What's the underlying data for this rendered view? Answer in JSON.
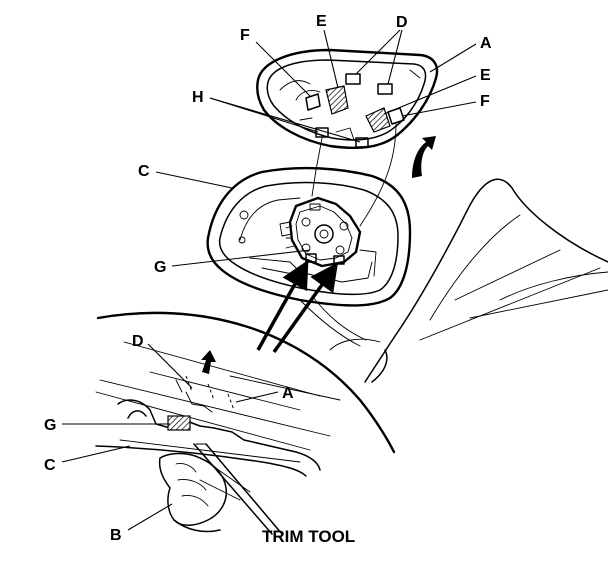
{
  "labels": {
    "A": "A",
    "B": "B",
    "C": "C",
    "D": "D",
    "E": "E",
    "F": "F",
    "G": "G",
    "H": "H",
    "trim_tool": "TRIM TOOL"
  },
  "colors": {
    "ink": "#000000",
    "paper": "#ffffff",
    "hatch_fill": "#bbbbbb"
  }
}
